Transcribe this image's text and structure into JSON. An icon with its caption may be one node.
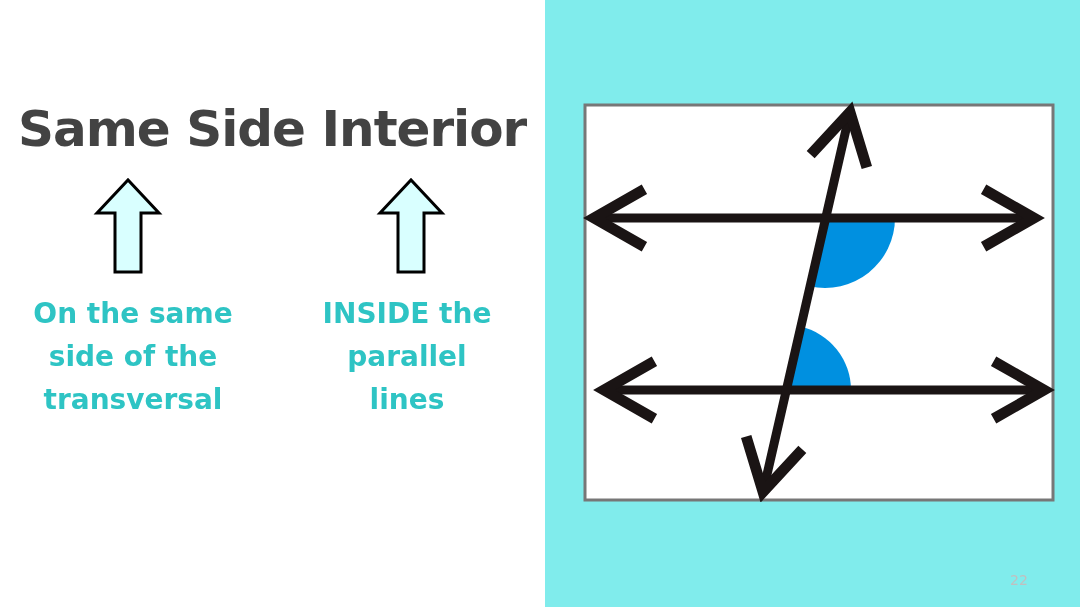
{
  "diagram": {
    "title": "Same Side Interior",
    "nodes": [
      {
        "text": [
          "On the same side of the transversal"
        ]
      },
      {
        "text": [
          "INSIDE the parallel lines"
        ]
      }
    ],
    "edges": [
      {
        "from": 0,
        "to": null,
        "arrow": "to"
      },
      {
        "from": 1,
        "to": null,
        "arrow": "to"
      }
    ],
    "labels": [
      "22"
    ]
  }
}
